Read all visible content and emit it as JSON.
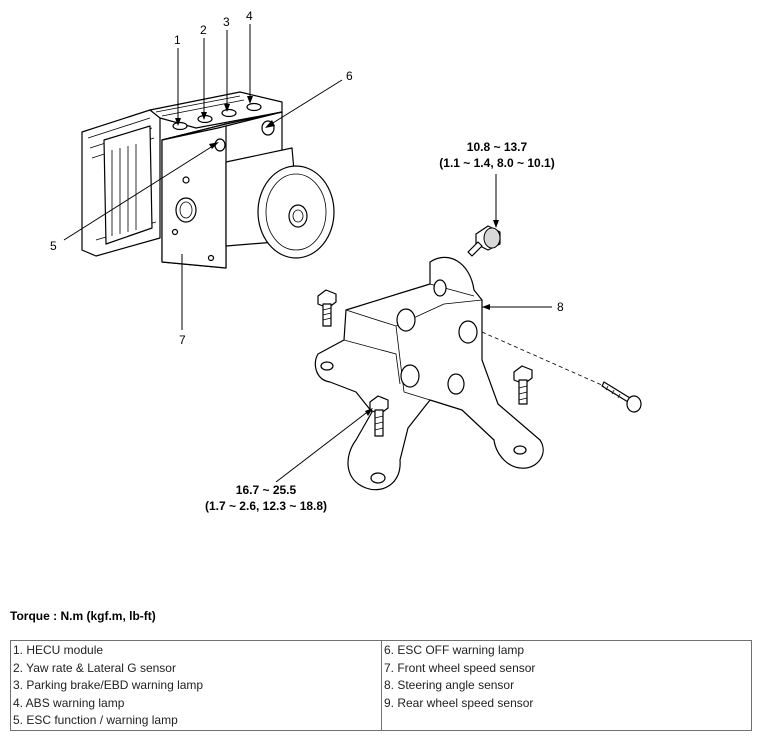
{
  "callouts": {
    "c1": "1",
    "c2": "2",
    "c3": "3",
    "c4": "4",
    "c5": "5",
    "c6": "6",
    "c7": "7",
    "c8": "8"
  },
  "torque_specs": {
    "upper_value": "10.8 ~ 13.7",
    "upper_units": "(1.1 ~ 1.4, 8.0 ~ 10.1)",
    "lower_value": "16.7 ~ 25.5",
    "lower_units": "(1.7 ~ 2.6, 12.3 ~ 18.8)"
  },
  "torque_heading": "Torque : N.m (kgf.m, lb-ft)",
  "legend": {
    "left": [
      "1. HECU module",
      "2. Yaw rate & Lateral G sensor",
      "3. Parking brake/EBD warning lamp",
      "4. ABS warning lamp",
      "5. ESC function / warning lamp"
    ],
    "right": [
      "6. ESC OFF warning lamp",
      "7. Front wheel speed sensor",
      "8. Steering angle sensor",
      "9. Rear wheel speed sensor"
    ]
  }
}
